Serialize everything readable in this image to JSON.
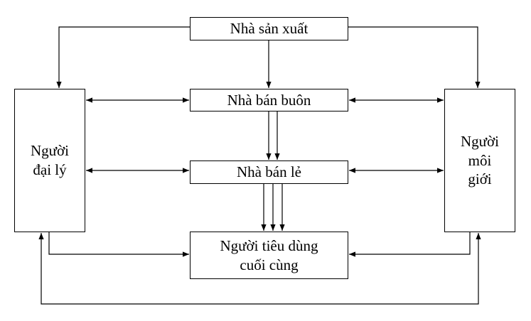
{
  "diagram": {
    "nodes": {
      "producer": {
        "lines": [
          "Nhà sản xuất"
        ]
      },
      "wholesaler": {
        "lines": [
          "Nhà bán buôn"
        ]
      },
      "retailer": {
        "lines": [
          "Nhà bán lẻ"
        ]
      },
      "consumer": {
        "lines": [
          "Người tiêu dùng",
          "cuối cùng"
        ]
      },
      "agent": {
        "lines": [
          "Người",
          "đại lý"
        ]
      },
      "broker": {
        "lines": [
          "Người",
          "môi",
          "giới"
        ]
      }
    },
    "edges": [
      {
        "from": "producer",
        "to": "agent",
        "direction": "forward"
      },
      {
        "from": "producer",
        "to": "wholesaler",
        "direction": "forward"
      },
      {
        "from": "producer",
        "to": "broker",
        "direction": "forward"
      },
      {
        "from": "agent",
        "to": "wholesaler",
        "direction": "both"
      },
      {
        "from": "wholesaler",
        "to": "broker",
        "direction": "both"
      },
      {
        "from": "agent",
        "to": "retailer",
        "direction": "both"
      },
      {
        "from": "retailer",
        "to": "broker",
        "direction": "both"
      },
      {
        "from": "wholesaler",
        "to": "retailer",
        "direction": "forward",
        "count": 2
      },
      {
        "from": "retailer",
        "to": "consumer",
        "direction": "forward",
        "count": 3
      },
      {
        "from": "agent",
        "to": "consumer",
        "direction": "forward"
      },
      {
        "from": "broker",
        "to": "consumer",
        "direction": "forward"
      },
      {
        "from": "agent",
        "to": "broker",
        "direction": "both",
        "route": "bottom-loop"
      }
    ]
  }
}
